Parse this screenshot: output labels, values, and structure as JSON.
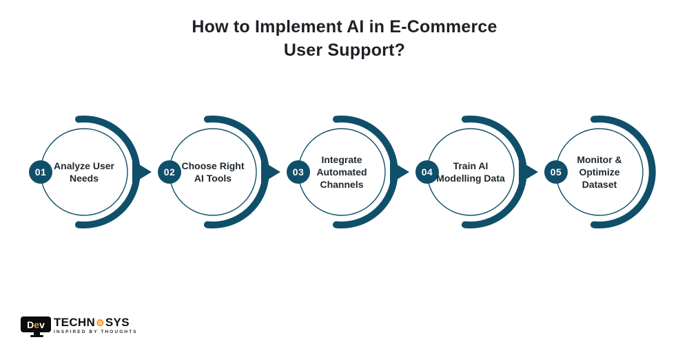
{
  "title": {
    "line1": "How to Implement AI in E-Commerce",
    "line2": "User Support?"
  },
  "colors": {
    "teal": "#0f4f6a",
    "logo_orange": "#f7941e"
  },
  "steps": [
    {
      "number": "01",
      "label": "Analyze User Needs"
    },
    {
      "number": "02",
      "label": "Choose Right AI Tools"
    },
    {
      "number": "03",
      "label": "Integrate Automated Channels"
    },
    {
      "number": "04",
      "label": "Train AI Modelling Data"
    },
    {
      "number": "05",
      "label": "Monitor & Optimize Dataset"
    }
  ],
  "logo": {
    "monitor_d": "D",
    "monitor_e": "e",
    "monitor_v": "v",
    "name_left": "TECHN",
    "gear_icon": "gear-icon",
    "name_right": "SYS",
    "tagline": "INSPIRED BY THOUGHTS"
  }
}
